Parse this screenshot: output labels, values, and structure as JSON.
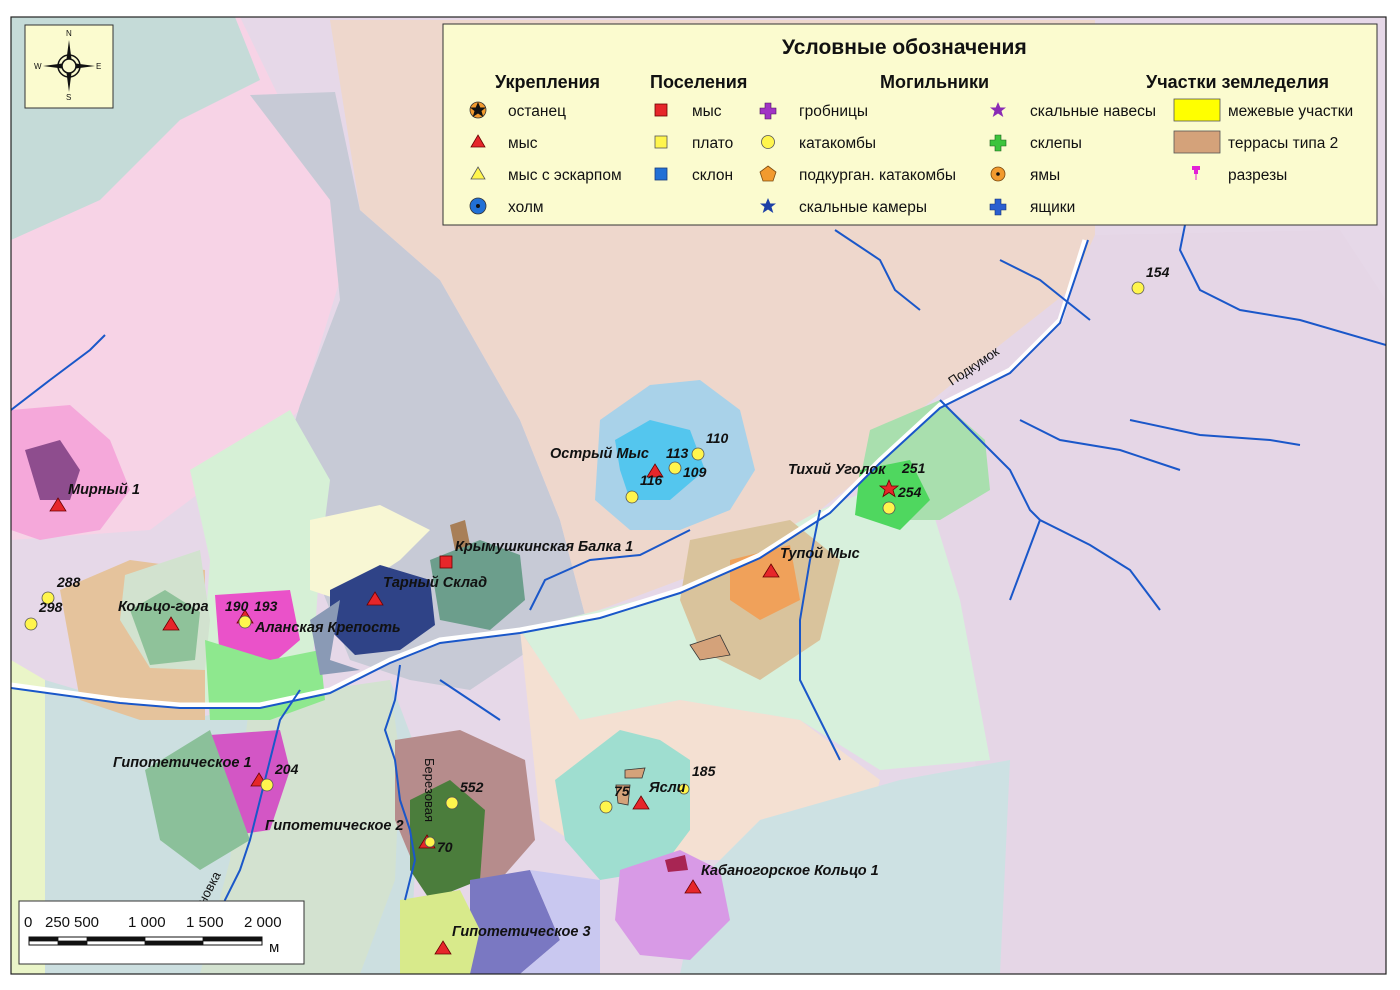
{
  "legend": {
    "title": "Условные обозначения",
    "columns": [
      {
        "heading": "Укрепления",
        "items": [
          {
            "label": "останец",
            "icon": "black-star-on-orange-circle"
          },
          {
            "label": "мыс",
            "icon": "red-triangle"
          },
          {
            "label": "мыс с эскарпом",
            "icon": "yellow-triangle"
          },
          {
            "label": "холм",
            "icon": "blue-circle-with-dot"
          }
        ]
      },
      {
        "heading": "Поселения",
        "items": [
          {
            "label": "мыс",
            "icon": "red-square"
          },
          {
            "label": "плато",
            "icon": "yellow-square"
          },
          {
            "label": "склон",
            "icon": "blue-square"
          }
        ]
      },
      {
        "heading": "Могильники",
        "items": [
          {
            "label": "гробницы",
            "icon": "purple-cross"
          },
          {
            "label": "катакомбы",
            "icon": "yellow-circle"
          },
          {
            "label": "подкурган. катакомбы",
            "icon": "orange-pentagon"
          },
          {
            "label": "скальные камеры",
            "icon": "blue-star"
          }
        ]
      },
      {
        "heading": "",
        "items": [
          {
            "label": "скальные навесы",
            "icon": "purple-star"
          },
          {
            "label": "склепы",
            "icon": "green-cross"
          },
          {
            "label": "ямы",
            "icon": "orange-circle-with-dot"
          },
          {
            "label": "ящики",
            "icon": "blue-cross"
          }
        ]
      },
      {
        "heading": "Участки земледелия",
        "items": [
          {
            "label": "межевые участки",
            "icon": "yellow-rectangle"
          },
          {
            "label": "террасы типа 2",
            "icon": "tan-rectangle"
          },
          {
            "label": "разрезы",
            "icon": "magenta-pin"
          }
        ]
      }
    ]
  },
  "compass": {
    "n": "N",
    "s": "S",
    "e": "E",
    "w": "W"
  },
  "scale_bar": {
    "ticks": [
      "0",
      "250",
      "500",
      "1 000",
      "1 500",
      "2 000"
    ],
    "unit": "м"
  },
  "rivers": [
    "Подкумок",
    "Березовая",
    "новка"
  ],
  "sites": [
    {
      "name": "Мирный 1",
      "type": "fortification-cape"
    },
    {
      "name": "Кольцо-гора",
      "type": "fortification-cape"
    },
    {
      "name": "Аланская Крепость",
      "type": "fortification-cape"
    },
    {
      "name": "Тарный Склад",
      "type": "fortification-cape"
    },
    {
      "name": "Крымушкинская Балка 1",
      "type": "settlement-cape"
    },
    {
      "name": "Острый Мыс",
      "type": "fortification-cape"
    },
    {
      "name": "Тихий Уголок",
      "type": "fortification-cape"
    },
    {
      "name": "Тупой Мыс",
      "type": "fortification-cape"
    },
    {
      "name": "Гипотетическое 1",
      "type": "fortification-cape"
    },
    {
      "name": "Гипотетическое 2",
      "type": "fortification-cape"
    },
    {
      "name": "Гипотетическое 3",
      "type": "fortification-cape"
    },
    {
      "name": "Ясли",
      "type": "fortification-cape"
    },
    {
      "name": "Кабаногорское Кольцо 1",
      "type": "fortification-cape"
    }
  ],
  "burial_ids": [
    "288",
    "298",
    "190",
    "193",
    "204",
    "552",
    "70",
    "75",
    "185",
    "113",
    "110",
    "109",
    "116",
    "251",
    "254",
    "154"
  ]
}
